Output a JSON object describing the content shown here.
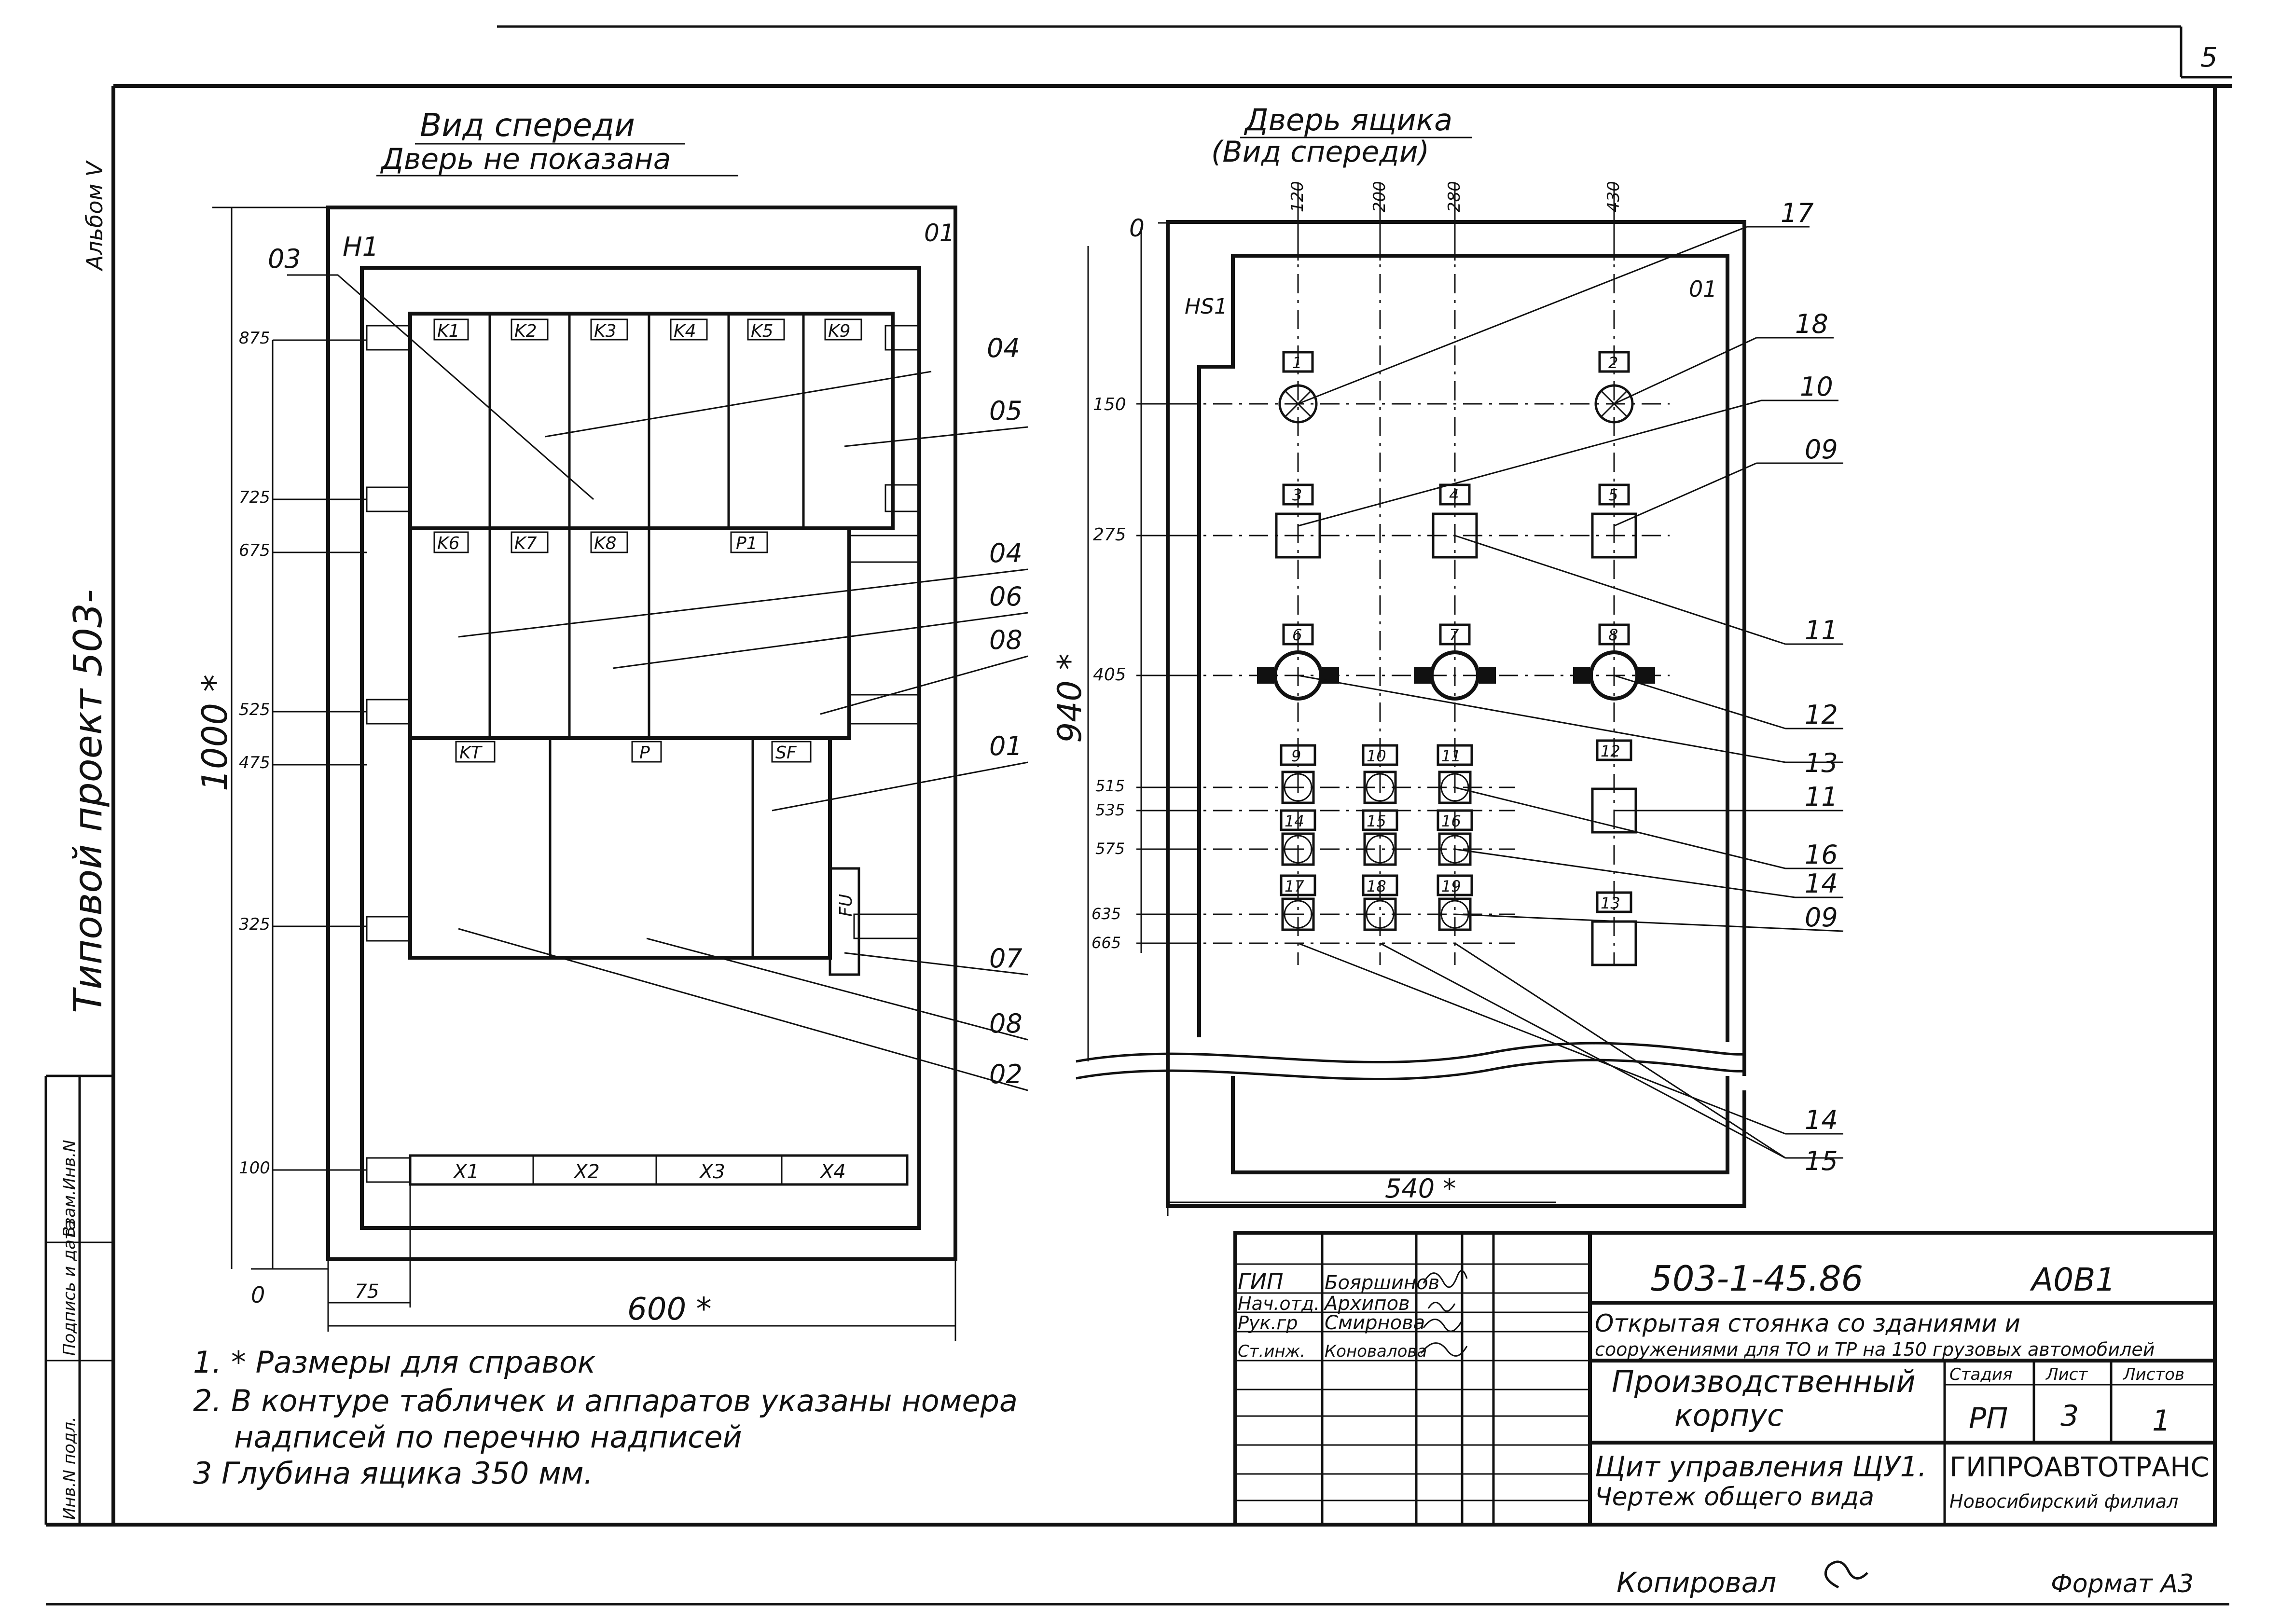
{
  "sheet": {
    "page_number": "5",
    "album": "Альбом V",
    "project": "Типовой проект 503-",
    "copied_by": "Копировал",
    "format": "Формат А3"
  },
  "left_view": {
    "title": "Вид спереди",
    "subtitle": "Дверь не показана",
    "designation": "H1",
    "zone": "01",
    "relays_row1": [
      "K1",
      "K2",
      "K3",
      "K4",
      "K5",
      "K9"
    ],
    "relays_row2": [
      "K6",
      "K7",
      "K8",
      "P1"
    ],
    "row3_labels": [
      "KT",
      "P",
      "SF"
    ],
    "fuse": "FU",
    "terminals": [
      "X1",
      "X2",
      "X3",
      "X4"
    ],
    "dim_levels": [
      "875",
      "725",
      "675",
      "525",
      "475",
      "325",
      "100",
      "0"
    ],
    "dim_height": "1000 *",
    "dim_width": "600 *",
    "dim_offset": "75",
    "callouts": [
      "03",
      "04",
      "05",
      "04",
      "06",
      "08",
      "01",
      "07",
      "08",
      "02"
    ]
  },
  "right_view": {
    "title": "Дверь ящика",
    "subtitle": "(Вид спереди)",
    "designation": "HS1",
    "zone": "01",
    "x_zero": "0",
    "x_dims": [
      "120",
      "200",
      "280",
      "430"
    ],
    "y_dims": [
      "150",
      "275",
      "405",
      "515",
      "535",
      "575",
      "635",
      "665"
    ],
    "dim_height": "940 *",
    "dim_width": "540 *",
    "tags": [
      "1",
      "2",
      "3",
      "4",
      "5",
      "6",
      "7",
      "8",
      "9",
      "10",
      "11",
      "12",
      "14",
      "15",
      "16",
      "17",
      "18",
      "19",
      "13"
    ],
    "callouts": [
      "17",
      "18",
      "10",
      "09",
      "11",
      "12",
      "13",
      "11",
      "16",
      "14",
      "09",
      "14",
      "15"
    ]
  },
  "notes": [
    "1. * Размеры для справок",
    "2. В контуре табличек и аппаратов указаны номера",
    "надписей по перечню надписей",
    "3 Глубина ящика 350 мм."
  ],
  "side_stamp": [
    "Инв.N подл.",
    "Подпись и дата",
    "Взам.Инв.N"
  ],
  "title_block": {
    "roles": [
      "ГИП",
      "Нач.отд.",
      "Рук.гр",
      "Ст.инж."
    ],
    "names": [
      "Бояршинов",
      "Архипов",
      "Смирнова",
      "Коновалова"
    ],
    "doc_code": "503-1-45.86",
    "sheet_code": "А0В1",
    "object_line1": "Открытая стоянка со зданиями и",
    "object_line2": "сооружениями для ТО и ТР на 150 грузовых автомобилей",
    "building_line1": "Производственный",
    "building_line2": "корпус",
    "stage_label": "Стадия",
    "sheet_label": "Лист",
    "sheets_label": "Листов",
    "stage": "РП",
    "sheet": "3",
    "sheets": "1",
    "drawing_line1": "Щит управления ЩУ1.",
    "drawing_line2": "Чертеж общего вида",
    "org_line1": "ГИПРОАВТОТРАНС",
    "org_line2": "Новосибирский филиал"
  }
}
